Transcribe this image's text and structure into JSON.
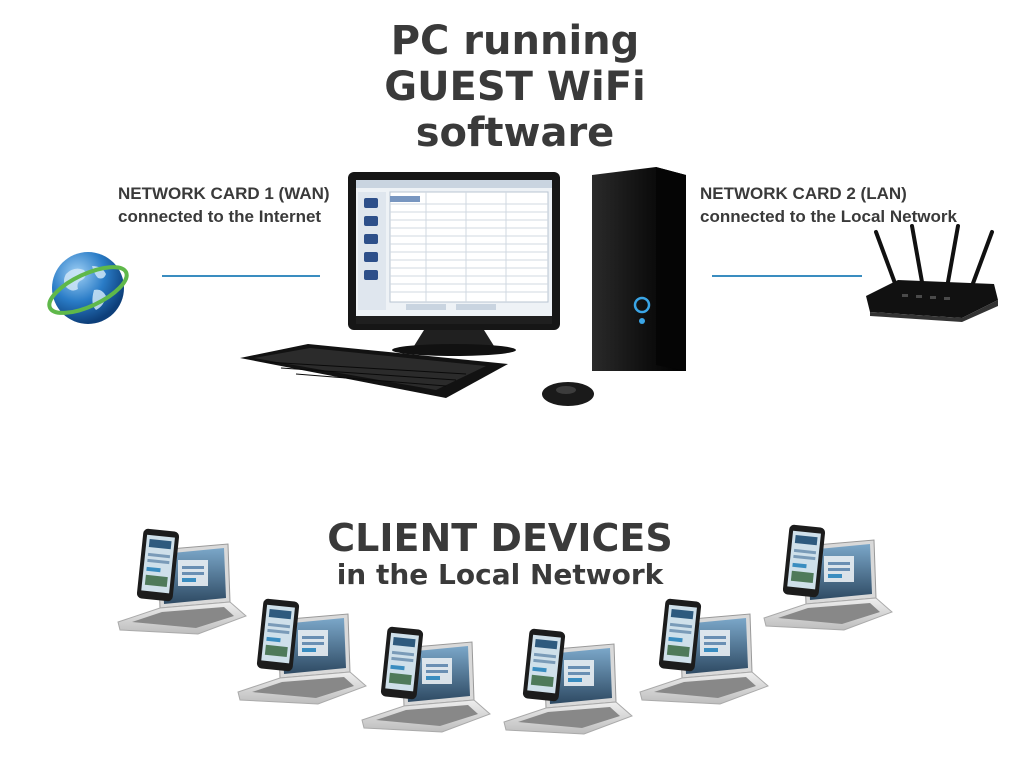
{
  "header": {
    "title_line1": "PC running",
    "title_line2": "GUEST WiFi",
    "title_line3": "software"
  },
  "wan": {
    "label_line1": "NETWORK CARD 1 (WAN)",
    "label_line2": "connected to the Internet"
  },
  "lan": {
    "label_line1": "NETWORK CARD 2 (LAN)",
    "label_line2": "connected to the Local Network"
  },
  "clients": {
    "title": "CLIENT DEVICES",
    "subtitle": "in the Local Network"
  },
  "colors": {
    "connector": "#3a8dc0",
    "text": "#3a3a3a",
    "globe_blue": "#1f6fb8",
    "globe_green": "#5fb84a",
    "hardware_black": "#151515"
  },
  "icons": [
    "globe-icon",
    "monitor-icon",
    "tower-pc-icon",
    "keyboard-icon",
    "mouse-icon",
    "router-icon",
    "laptop-icon",
    "tablet-icon"
  ]
}
